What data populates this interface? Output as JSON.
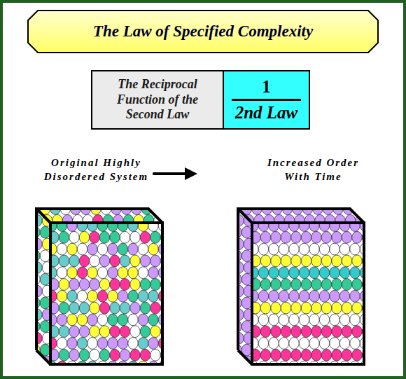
{
  "diagram": {
    "title": "The Law of Specified Complexity",
    "nodes": [
      {
        "text": [
          "The Reciprocal Function of the Second Law"
        ]
      },
      {
        "text": [
          "1",
          "2nd Law"
        ]
      }
    ],
    "labels": [
      "Original Highly Disordered System",
      "Increased Order With Time"
    ]
  }
}
